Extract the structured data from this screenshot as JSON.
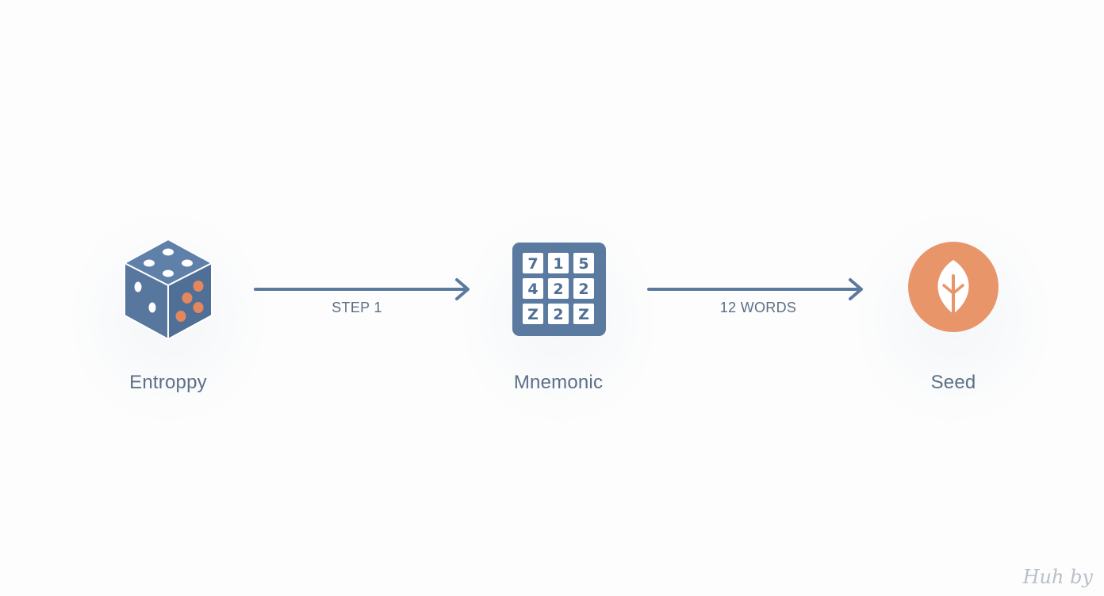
{
  "nodes": [
    {
      "label": "Entroppy",
      "icon": "dice-icon"
    },
    {
      "label": "Mnemonic",
      "icon": "number-grid-icon"
    },
    {
      "label": "Seed",
      "icon": "seed-leaf-icon"
    }
  ],
  "edges": [
    {
      "label": "STEP 1"
    },
    {
      "label": "12 WORDS"
    }
  ],
  "grid_digits": [
    "7",
    "1",
    "5",
    "4",
    "2",
    "2",
    "Z",
    "2",
    "Z"
  ],
  "watermark": "Huh by",
  "colors": {
    "primary_blue": "#5b7aa0",
    "accent_orange": "#e8956a",
    "text": "#5b6f86"
  }
}
